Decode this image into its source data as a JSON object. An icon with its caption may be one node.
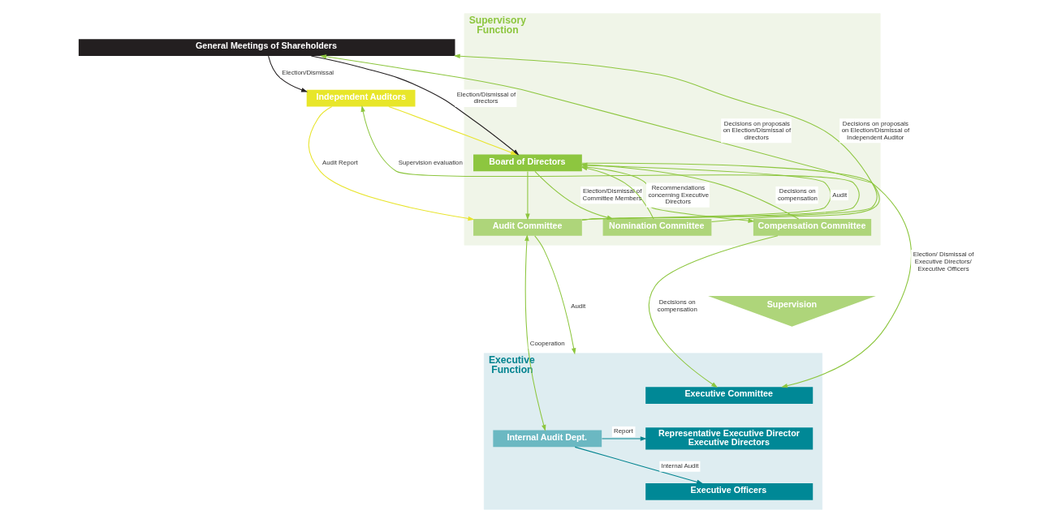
{
  "diagram": {
    "nodes": [
      {
        "text": [
          "General Meetings of Shareholders"
        ]
      },
      {
        "text": [
          "Supervisory Function"
        ]
      },
      {
        "text": [
          "Board of Directors"
        ],
        "in": 1
      },
      {
        "text": [
          "Nomination Committee"
        ],
        "in": 1
      },
      {
        "text": [
          "Compensation Committee"
        ],
        "in": 1
      },
      {
        "text": [
          "Audit Committee"
        ],
        "in": 1
      },
      {
        "text": [
          "Independent Auditors"
        ]
      },
      {
        "text": [
          "Supervision"
        ]
      },
      {
        "text": [
          "Executive Function"
        ]
      },
      {
        "text": [
          "Executive Committee"
        ],
        "in": 8
      },
      {
        "text": [
          "Representative Executive Director Executive Directors"
        ],
        "in": 8
      },
      {
        "text": [
          "Executive Officers"
        ],
        "in": 8
      },
      {
        "text": [
          "Internal Audit Dept."
        ],
        "in": 8
      }
    ],
    "edges": [
      {
        "from": 3,
        "to": 0,
        "arrow": "to",
        "label": "Decisions on proposals on Election/Dismissal of directors"
      },
      {
        "from": 0,
        "to": 2,
        "arrow": "to",
        "label": "Election/Dismissal of directors",
        "color": "#231f20"
      },
      {
        "from": 5,
        "to": 0,
        "arrow": "to",
        "label": "Decisions on proposals on Election/Dismissal of Independent Auditor"
      },
      {
        "from": 0,
        "to": 6,
        "arrow": "to",
        "label": "Election/Dismissal",
        "color": "#231f20"
      },
      {
        "from": 6,
        "to": 5,
        "arrow": "to",
        "label": "Audit Report",
        "color": "#e8e42a"
      },
      {
        "from": 6,
        "to": 2,
        "arrow": "to",
        "color": "#e8e42a"
      },
      {
        "from": 3,
        "to": 2,
        "arrow": "to",
        "label": "Recommendations concerning Executive Directors"
      },
      {
        "from": 4,
        "to": 2,
        "arrow": "to",
        "label": "Decisions on compensation"
      },
      {
        "from": 2,
        "to": 3,
        "arrow": "to",
        "label": "Election/Dismissal of Committee Members"
      },
      {
        "from": 2,
        "to": 4,
        "arrow": "to"
      },
      {
        "from": 2,
        "to": 5,
        "arrow": "to"
      },
      {
        "from": 5,
        "to": 2,
        "arrow": "to",
        "label": "Audit"
      },
      {
        "from": 5,
        "to": 6,
        "arrow": "to",
        "label": "Supervision evaluation"
      },
      {
        "from": 2,
        "to": 9,
        "arrow": "to",
        "label": "Election/ Dismissal of Executive Directors/ Executive Officers"
      },
      {
        "from": 4,
        "to": 9,
        "arrow": "to",
        "label": "Decisions on compensation"
      },
      {
        "from": 5,
        "to": 8,
        "arrow": "to",
        "label": "Audit"
      },
      {
        "from": 5,
        "to": 12,
        "arrow": "both",
        "label": "Cooperation"
      },
      {
        "from": 12,
        "to": 10,
        "arrow": "to",
        "label": "Report",
        "color": "#00838f"
      },
      {
        "from": 12,
        "to": 11,
        "arrow": "to",
        "label": "Internal Audit",
        "color": "#00838f"
      }
    ]
  }
}
